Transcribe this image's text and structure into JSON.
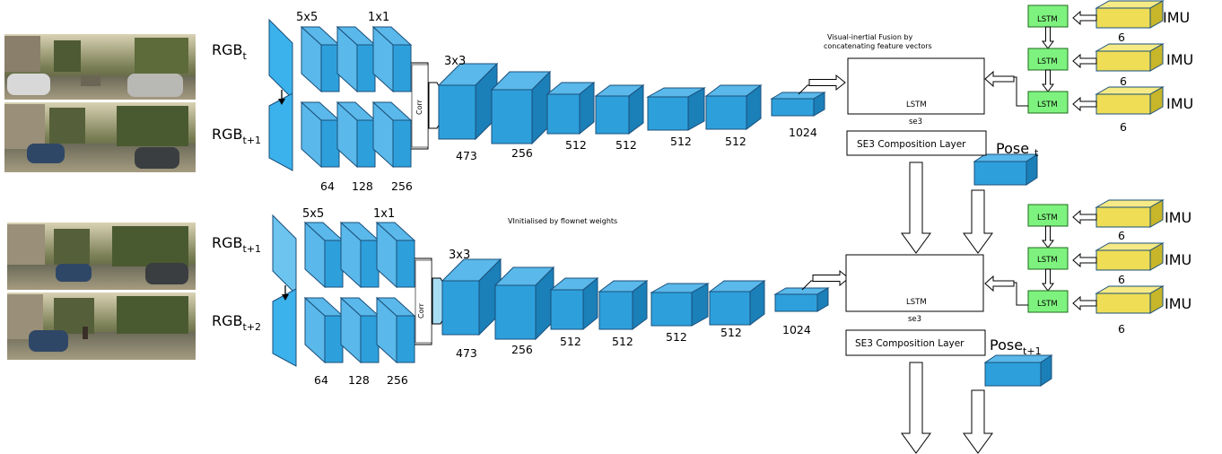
{
  "colors": {
    "cnn_fill": "#2da0dc",
    "cnn_light": "#5ab8ea",
    "cnn_dark": "#1b7fb8",
    "input_fill": "#3cb2ec",
    "imu_fill": "#eedd55",
    "imu_dark": "#c8b62a",
    "lstm_box": "#7ef27e",
    "stroke": "#1a4f7a"
  },
  "photos": {
    "frame_t": "camera-frame-street-parked-cars",
    "frame_t1": "camera-frame-street-trees-car",
    "frame_t1b": "camera-frame-street-trees-car",
    "frame_t2": "camera-frame-street-car-cyclist"
  },
  "top": {
    "rgb_t_base": "RGB",
    "rgb_t_sub": "t",
    "rgb_t1_base": "RGB",
    "rgb_t1_sub": "t+1",
    "kernel_a": "5x5",
    "kernel_b": "1x1",
    "kernel_c": "3x3",
    "enc_channels": [
      "64",
      "128",
      "256"
    ],
    "corr": "Corr",
    "stage_channels": [
      "473",
      "256",
      "512",
      "512",
      "512",
      "512",
      "1024"
    ],
    "fusion_caption_1": "Visual-inertial Fusion by",
    "fusion_caption_2": "concatenating feature vectors",
    "lstm": "LSTM",
    "se3_small": "se3",
    "se3_layer": "SE3 Composition Layer",
    "pose_base": "Pose",
    "pose_sub": "t",
    "imu_lstm": [
      "LSTM",
      "LSTM",
      "LSTM"
    ],
    "imu_label": [
      "IMU",
      "IMU",
      "IMU"
    ],
    "imu_dim": [
      "6",
      "6",
      "6"
    ]
  },
  "middle": {
    "init_caption": "VInitialised by flownet weights"
  },
  "bottom": {
    "rgb_t1_base": "RGB",
    "rgb_t1_sub": "t+1",
    "rgb_t2_base": "RGB",
    "rgb_t2_sub": "t+2",
    "kernel_a": "5x5",
    "kernel_b": "1x1",
    "kernel_c": "3x3",
    "enc_channels": [
      "64",
      "128",
      "256"
    ],
    "corr": "Corr",
    "stage_channels": [
      "473",
      "256",
      "512",
      "512",
      "512",
      "512",
      "1024"
    ],
    "lstm": "LSTM",
    "se3_small": "se3",
    "se3_layer": "SE3 Composition Layer",
    "pose_base": "Pose",
    "pose_sub": "t+1",
    "imu_lstm": [
      "LSTM",
      "LSTM",
      "LSTM"
    ],
    "imu_label": [
      "IMU",
      "IMU",
      "IMU"
    ],
    "imu_dim": [
      "6",
      "6",
      "6"
    ]
  }
}
